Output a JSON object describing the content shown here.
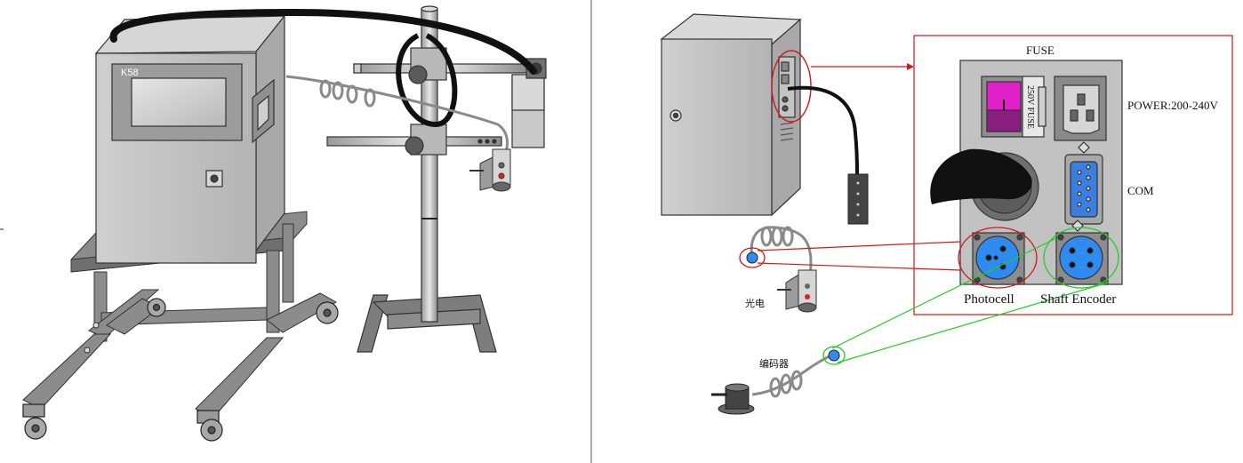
{
  "left_machine": {
    "model_label": "K58"
  },
  "connection_panel": {
    "fuse_label": "FUSE",
    "fuse_rating_text": "250V FUSE",
    "power_label": "POWER:200-240V",
    "com_label": "COM",
    "photocell_label": "Photocell",
    "encoder_label": "Shaft Encoder"
  },
  "sensors": {
    "photocell_cn_label": "光电",
    "encoder_cn_label": "编码器"
  },
  "colors": {
    "photocell_link": "#d01818",
    "encoder_link": "#22cc22",
    "connector_blue": "#2f8bf0",
    "switch_magenta": "#e020c8",
    "body_gray": "#bfbfbf",
    "frame_gray": "#8c8c8c"
  }
}
